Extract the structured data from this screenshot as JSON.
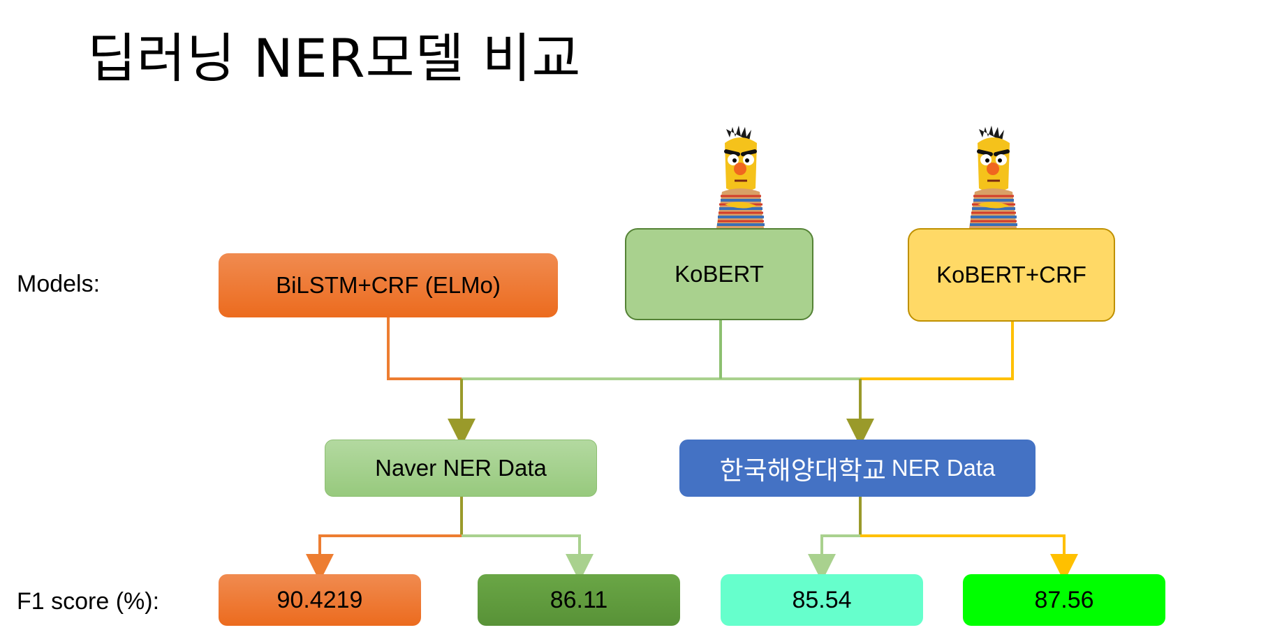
{
  "title": "딥러닝 NER모델 비교",
  "labels": {
    "models": "Models:",
    "f1": "F1 score (%):"
  },
  "models": [
    {
      "label": "BiLSTM+CRF (ELMo)",
      "color": "#ED7D31"
    },
    {
      "label": "KoBERT",
      "color": "#A9D18E"
    },
    {
      "label": "KoBERT+CRF",
      "color": "#FFD966"
    }
  ],
  "datasets": [
    {
      "label": "Naver NER Data",
      "color": "#A9D18E"
    },
    {
      "label_kr": "한국해양대학교",
      "label_en": "NER Data",
      "color": "#4472C4"
    }
  ],
  "scores": [
    {
      "value": "90.4219",
      "color": "#ED7D31"
    },
    {
      "value": "86.11",
      "color": "#70AD47"
    },
    {
      "value": "85.54",
      "color": "#66FFCC"
    },
    {
      "value": "87.56",
      "color": "#00FF00"
    }
  ],
  "icons": [
    "bert-character-icon",
    "bert-character-icon"
  ]
}
